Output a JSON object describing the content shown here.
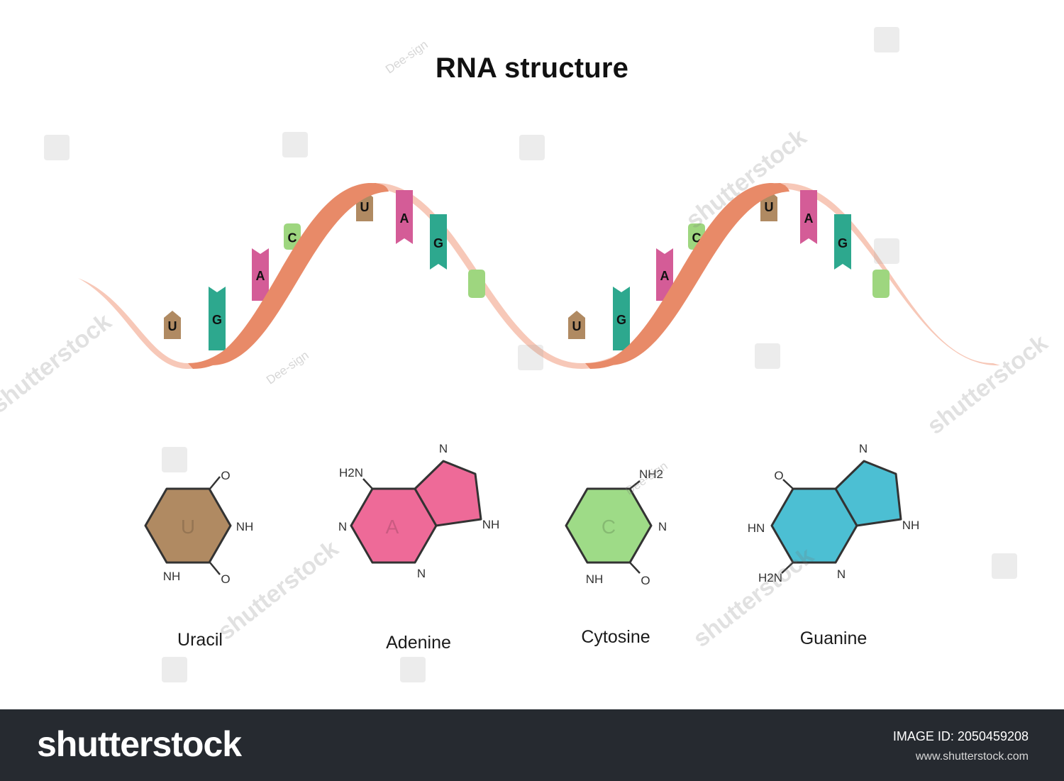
{
  "title": "RNA structure",
  "helix": {
    "ribbon_front_color": "#e88a68",
    "ribbon_back_color": "#f7c8b8",
    "repeat_sequence": [
      "U",
      "G",
      "A",
      "C",
      "U",
      "A",
      "G",
      "C"
    ]
  },
  "bases": [
    {
      "name": "Uracil",
      "letter": "U",
      "color": "#b08a62",
      "substituents": [
        "O",
        "NH",
        "NH",
        "O"
      ]
    },
    {
      "name": "Adenine",
      "letter": "A",
      "color": "#ee6a98",
      "substituents": [
        "H2N",
        "N",
        "N",
        "N",
        "NH"
      ]
    },
    {
      "name": "Cytosine",
      "letter": "C",
      "color": "#9edb87",
      "substituents": [
        "NH2",
        "N",
        "NH",
        "O"
      ]
    },
    {
      "name": "Guanine",
      "letter": "G",
      "color": "#4cbfd3",
      "substituents": [
        "O",
        "HN",
        "H2N",
        "N",
        "N",
        "NH"
      ]
    }
  ],
  "base_colors": {
    "U": "#b08a62",
    "G": "#2da88e",
    "A": "#d45c97",
    "C": "#9ed67f"
  },
  "watermarks": {
    "stock": "shutterstock",
    "author": "Dee-sign"
  },
  "footer": {
    "brand": "shutterstock",
    "image_id": "IMAGE ID: 2050459208",
    "url": "www.shutterstock.com"
  }
}
